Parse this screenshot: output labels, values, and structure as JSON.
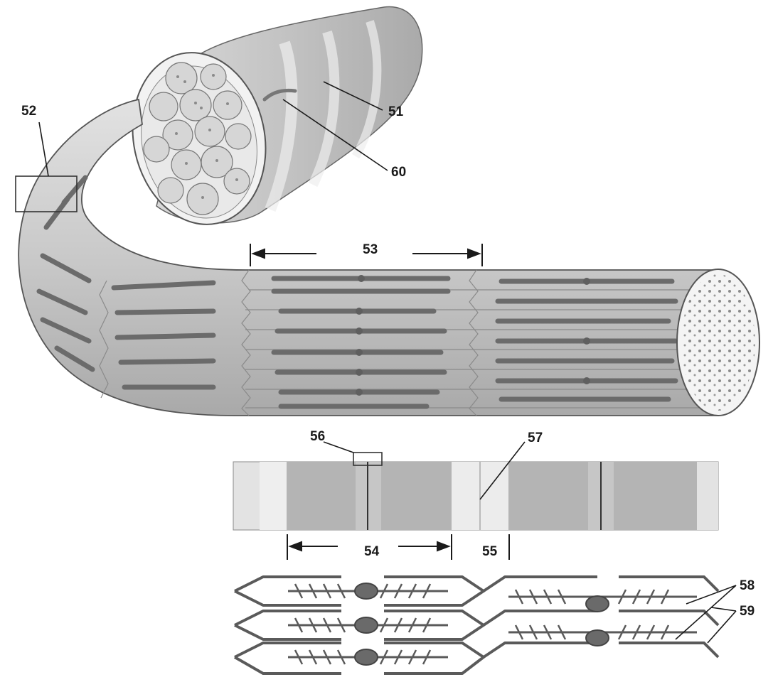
{
  "labels": {
    "l51": "51",
    "l52": "52",
    "l53": "53",
    "l54": "54",
    "l55": "55",
    "l56": "56",
    "l57": "57",
    "l58": "58",
    "l59": "59",
    "l60": "60"
  },
  "colors": {
    "background": "#ffffff",
    "fiber_fill": "#cfcfcf",
    "fiber_dark": "#9a9a9a",
    "band_dark": "#a8a8a8",
    "band_light": "#dedede",
    "filament": "#6b6b6b",
    "outline": "#555555",
    "label": "#1a1a1a"
  }
}
